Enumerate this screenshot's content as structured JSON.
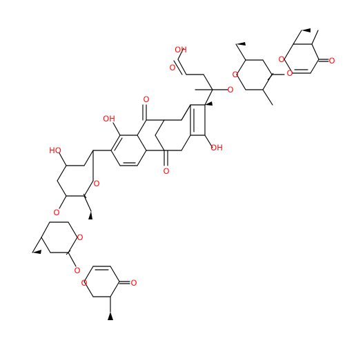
{
  "figure": "chemical-structure",
  "colors": {
    "bond": "#000000",
    "heteroatom": "#ff0d0d"
  },
  "atom_labels": {
    "carboxylic_acid_oh": "OH",
    "carboxylic_acid_o": "O",
    "ketone_top_o": "O",
    "ketone_right_o": "O",
    "ring_o_top_sugar": "O",
    "glycosidic_o_top": "O",
    "glycosidic_o_top_ring": "O",
    "ring_o_top_pyranone": "O",
    "anthraquinone_oh_right": "OH",
    "anthraquinone_o_top": "O",
    "anthraquinone_o_bottom": "O",
    "anthraquinone_oh_left": "OH",
    "sugar_oh": "HO",
    "ring_o_mid_sugar": "O",
    "glycosidic_o_mid": "O",
    "ring_o_lower_sugar": "O",
    "glycosidic_o_lower": "O",
    "ring_o_bottom_pyranone": "O",
    "ketone_bottom_o": "O"
  }
}
